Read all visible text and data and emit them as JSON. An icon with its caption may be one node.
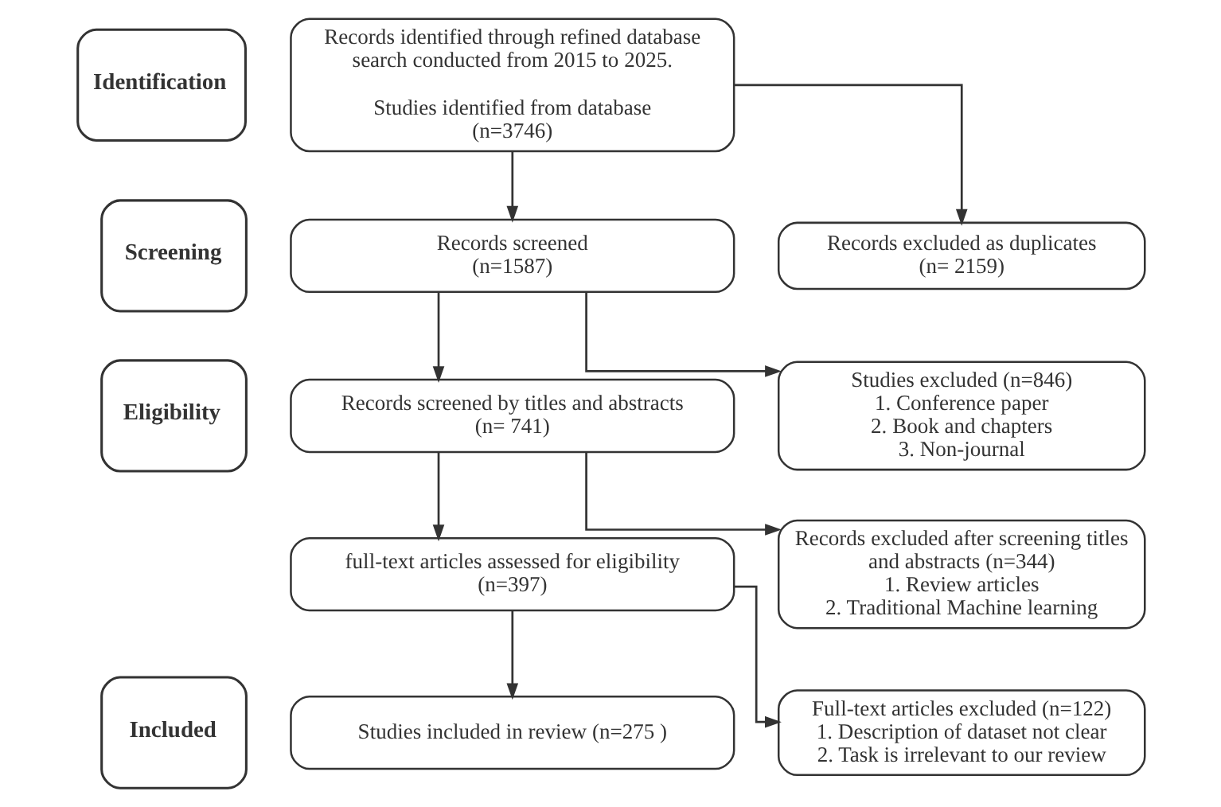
{
  "diagram": {
    "nodes": [
      {
        "text": [
          "Identification"
        ]
      },
      {
        "text": [
          "Records identified through refined database search conducted from 2015 to 2025.",
          "Studies identified from database (n=3746)"
        ]
      },
      {
        "text": [
          "Records excluded as duplicates (n= 2159)"
        ]
      },
      {
        "text": [
          "Screening"
        ]
      },
      {
        "text": [
          "Records screened (n=1587)"
        ]
      },
      {
        "text": [
          "Studies excluded (n=846)",
          "1. Conference paper",
          "2. Book and chapters",
          "3. Non-journal"
        ]
      },
      {
        "text": [
          "Records screened by titles and abstracts (n= 741)"
        ]
      },
      {
        "text": [
          "Eligibility"
        ]
      },
      {
        "text": [
          "Records excluded after screening titles and abstracts (n=344)",
          "1. Review articles",
          "2. Traditional Machine learning"
        ]
      },
      {
        "text": [
          "full-text articles assessed for eligibility (n=397)"
        ]
      },
      {
        "text": [
          "Included"
        ]
      },
      {
        "text": [
          "Full-text articles excluded (n=122)",
          "1. Description of dataset not clear",
          "2. Task is irrelevant to our review"
        ]
      },
      {
        "text": [
          "Studies included in review (n=275 )"
        ]
      }
    ],
    "edges": [
      {
        "from": 1,
        "to": 4,
        "arrow": "to"
      },
      {
        "from": 1,
        "to": 2,
        "arrow": "to"
      },
      {
        "from": 4,
        "to": 6,
        "arrow": "to"
      },
      {
        "from": 4,
        "to": 5,
        "arrow": "to"
      },
      {
        "from": 6,
        "to": 9,
        "arrow": "to"
      },
      {
        "from": 6,
        "to": 8,
        "arrow": "to"
      },
      {
        "from": 9,
        "to": 12,
        "arrow": "to"
      },
      {
        "from": 9,
        "to": 11,
        "arrow": "to"
      }
    ]
  }
}
